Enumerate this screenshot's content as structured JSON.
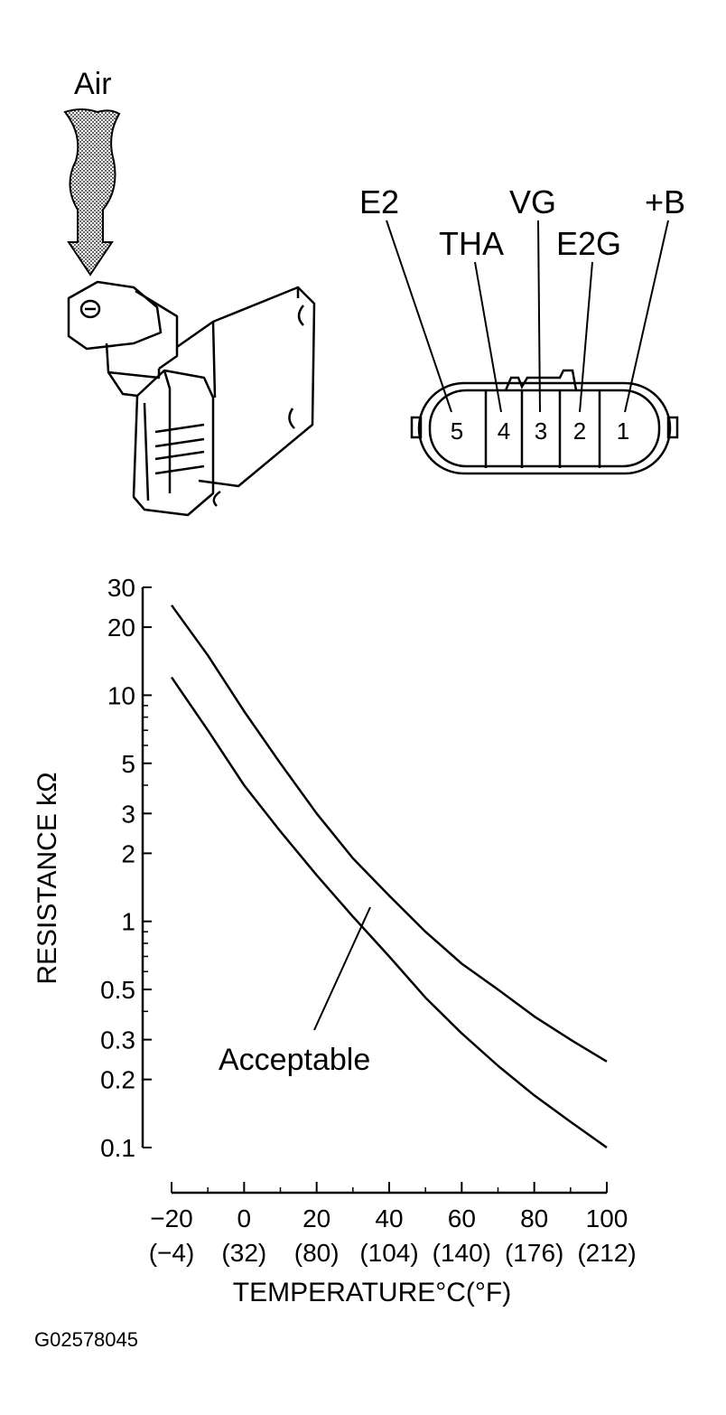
{
  "diagram": {
    "air_label": "Air",
    "pin_labels": [
      "E2",
      "THA",
      "VG",
      "E2G",
      "+B"
    ],
    "pin_numbers": [
      "5",
      "4",
      "3",
      "2",
      "1"
    ],
    "figure_code": "G02578045"
  },
  "chart_data": {
    "type": "line",
    "xlabel": "TEMPERATURE°C(°F)",
    "ylabel": "RESISTANCE kΩ",
    "x_ticks": [
      -20,
      0,
      20,
      40,
      60,
      80,
      100
    ],
    "x_tick_labels": [
      "−20",
      "0",
      "20",
      "40",
      "60",
      "80",
      "100"
    ],
    "x_tick_labels_f": [
      "(−4)",
      "(32)",
      "(80)",
      "(104)",
      "(140)",
      "(176)",
      "(212)"
    ],
    "y_scale": "log",
    "y_ticks": [
      0.1,
      0.2,
      0.3,
      0.5,
      1,
      2,
      3,
      5,
      10,
      20,
      30
    ],
    "y_tick_labels": [
      "0.1",
      "0.2",
      "0.3",
      "0.5",
      "1",
      "2",
      "3",
      "5",
      "10",
      "20",
      "30"
    ],
    "xlim": [
      -20,
      100
    ],
    "ylim": [
      0.1,
      30
    ],
    "annotation": "Acceptable",
    "series": [
      {
        "x": [
          -20,
          -10,
          0,
          10,
          20,
          30,
          40,
          50,
          60,
          70,
          80,
          90,
          100
        ],
        "y": [
          25,
          15,
          8.5,
          5,
          3,
          1.9,
          1.3,
          0.9,
          0.65,
          0.5,
          0.38,
          0.3,
          0.24
        ]
      },
      {
        "x": [
          -20,
          -10,
          0,
          10,
          20,
          30,
          40,
          50,
          60,
          70,
          80,
          90,
          100
        ],
        "y": [
          12,
          7,
          4,
          2.5,
          1.6,
          1.05,
          0.7,
          0.46,
          0.32,
          0.23,
          0.17,
          0.13,
          0.1
        ]
      }
    ]
  }
}
